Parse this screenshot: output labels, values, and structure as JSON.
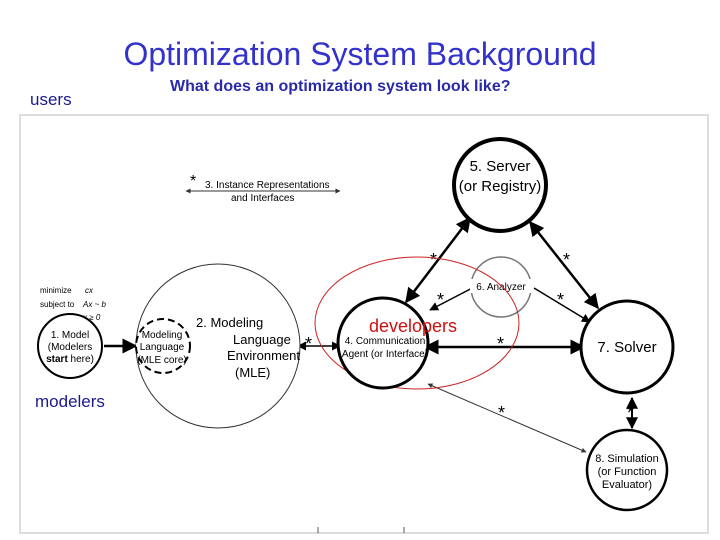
{
  "slide": {
    "title": "Optimization System Background",
    "subtitle": "What does an optimization system look like?",
    "users_label": "users",
    "modelers_label": "modelers",
    "developers_label": "developers"
  },
  "diagram": {
    "star": "*",
    "instance_rep": {
      "line1": "3. Instance Representations",
      "line2": "and Interfaces"
    },
    "server": {
      "line1": "5. Server",
      "line2": "(or Registry)"
    },
    "analyzer": {
      "label": "6. Analyzer"
    },
    "model": {
      "line1": "1. Model",
      "line2": "(Modelers",
      "line3_bold": "start",
      "line3_rest": " here)"
    },
    "mle_core": {
      "line1": "Modeling",
      "line2": "Language",
      "line3": "(MLE core)"
    },
    "mle": {
      "line1": "2. Modeling",
      "line2": "Language",
      "line3": "Environment",
      "line4": "(MLE)"
    },
    "comm_agent": {
      "line1": "4. Communication",
      "line2": "Agent (or Interface)"
    },
    "solver": {
      "label": "7. Solver"
    },
    "simulation": {
      "line1": "8. Simulation",
      "line2": "(or Function",
      "line3": "Evaluator)"
    },
    "formula": {
      "minimize": "minimize",
      "objective": "cx",
      "subject_to": "subject to",
      "constraint": "Ax ~ b",
      "bound": "x ≥ 0"
    },
    "colors": {
      "title": "#3333cc",
      "developers_ellipse": "#cc2222",
      "developers_text": "#cc1111",
      "line": "#000000"
    }
  }
}
